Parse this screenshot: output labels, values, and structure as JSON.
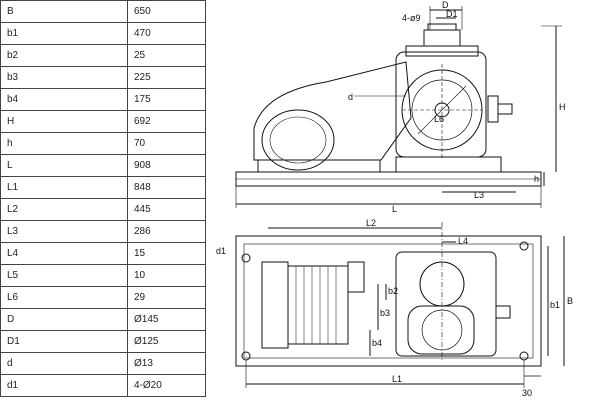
{
  "spec_table": {
    "rows": [
      {
        "param": "B",
        "value": "650"
      },
      {
        "param": "b1",
        "value": "470"
      },
      {
        "param": "b2",
        "value": "25"
      },
      {
        "param": "b3",
        "value": "225"
      },
      {
        "param": "b4",
        "value": "175"
      },
      {
        "param": "H",
        "value": "692"
      },
      {
        "param": "h",
        "value": "70"
      },
      {
        "param": "L",
        "value": "908"
      },
      {
        "param": "L1",
        "value": "848"
      },
      {
        "param": "L2",
        "value": "445"
      },
      {
        "param": "L3",
        "value": "286"
      },
      {
        "param": "L4",
        "value": "15"
      },
      {
        "param": "L5",
        "value": "10"
      },
      {
        "param": "L6",
        "value": "29"
      },
      {
        "param": "D",
        "value": "Ø145"
      },
      {
        "param": "D1",
        "value": "Ø125"
      },
      {
        "param": "d",
        "value": "Ø13"
      },
      {
        "param": "d1",
        "value": "4-Ø20"
      }
    ]
  },
  "drawing": {
    "labels": {
      "four_d9": "4-ø9",
      "D": "D",
      "D1": "D1",
      "H": "H",
      "h": "h",
      "d": "d",
      "L6": "L6",
      "L3": "L3",
      "L": "L",
      "L2": "L2",
      "L4": "L4",
      "d1": "d1",
      "B": "B",
      "b1": "b1",
      "b2": "b2",
      "b3": "b3",
      "b4": "b4",
      "L1": "L1",
      "thirty": "30"
    }
  }
}
